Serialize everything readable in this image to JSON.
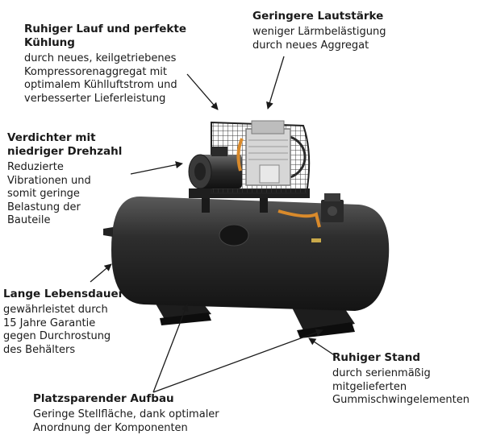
{
  "callouts": {
    "cooling": {
      "title": [
        "Ruhiger Lauf und perfekte",
        "Kühlung"
      ],
      "body": [
        "durch neues, keilgetriebenes",
        "Kompressorenaggregat mit",
        "optimalem Kühlluftstrom und",
        "verbesserter Lieferleistung"
      ]
    },
    "noise": {
      "title": [
        "Geringere Lautstärke"
      ],
      "body": [
        "weniger Lärmbelästigung",
        "durch neues Aggregat"
      ]
    },
    "rpm": {
      "title": [
        "Verdichter mit",
        "niedriger Drehzahl"
      ],
      "body": [
        "Reduzierte",
        "Vibrationen und",
        "somit geringe",
        "Belastung der",
        "Bauteile"
      ]
    },
    "life": {
      "title": [
        "Lange Lebensdauer"
      ],
      "body": [
        "gewährleistet durch",
        "15 Jahre Garantie",
        "gegen Durchrostung",
        "des Behälters"
      ]
    },
    "stand": {
      "title": [
        "Ruhiger Stand"
      ],
      "body": [
        "durch serienmäßig",
        "mitgelieferten",
        "Gummischwingelementen"
      ]
    },
    "space": {
      "title": [
        "Platzsparender Aufbau"
      ],
      "body": [
        "Geringe Stellfläche, dank optimaler",
        "Anordnung der Komponenten"
      ]
    }
  },
  "colors": {
    "text": "#1a1a1a",
    "tank": "#2a2a2a",
    "pipe": "#d98a2b",
    "arrow": "#1a1a1a"
  }
}
